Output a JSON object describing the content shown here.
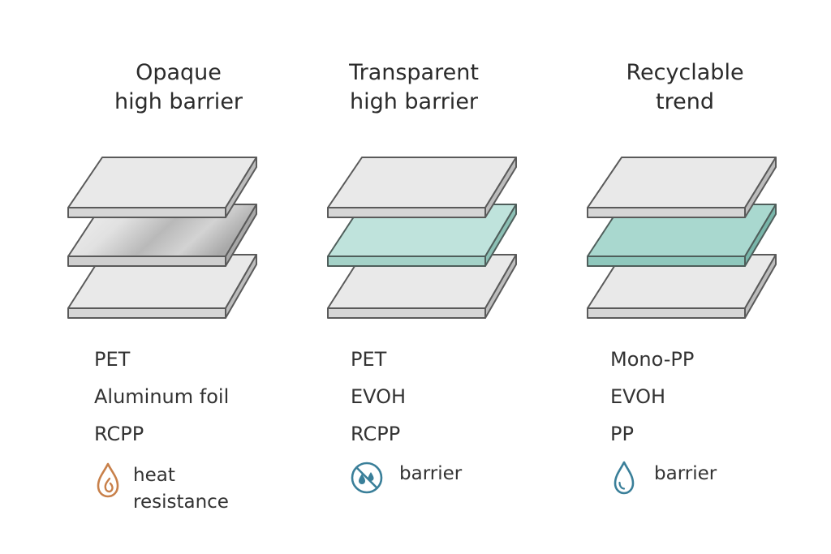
{
  "columns": [
    {
      "title": [
        "Opaque",
        "high barrier"
      ],
      "layers": [
        "PET",
        "Aluminum foil",
        "RCPP"
      ],
      "property": {
        "icon": "heat-drop-icon",
        "icon_color": "#c8804a",
        "text": [
          "heat",
          "resistance"
        ]
      },
      "layer_colors": [
        "#e9e9e9",
        "metallic-gradient",
        "#e9e9e9"
      ]
    },
    {
      "title": [
        "Transparent",
        "high barrier"
      ],
      "layers": [
        "PET",
        "EVOH",
        "RCPP"
      ],
      "property": {
        "icon": "no-moisture-icon",
        "icon_color": "#3a7f99",
        "text": [
          "barrier"
        ]
      },
      "layer_colors": [
        "#e9e9e9",
        "#bfe3dc",
        "#e9e9e9"
      ]
    },
    {
      "title": [
        "Recyclable",
        "trend"
      ],
      "layers": [
        "Mono-PP",
        "EVOH",
        "PP"
      ],
      "property": {
        "icon": "water-drop-icon",
        "icon_color": "#3a7f99",
        "text": [
          "barrier"
        ]
      },
      "layer_colors": [
        "#e9e9e9",
        "#a9d8cf",
        "#e9e9e9"
      ]
    }
  ]
}
